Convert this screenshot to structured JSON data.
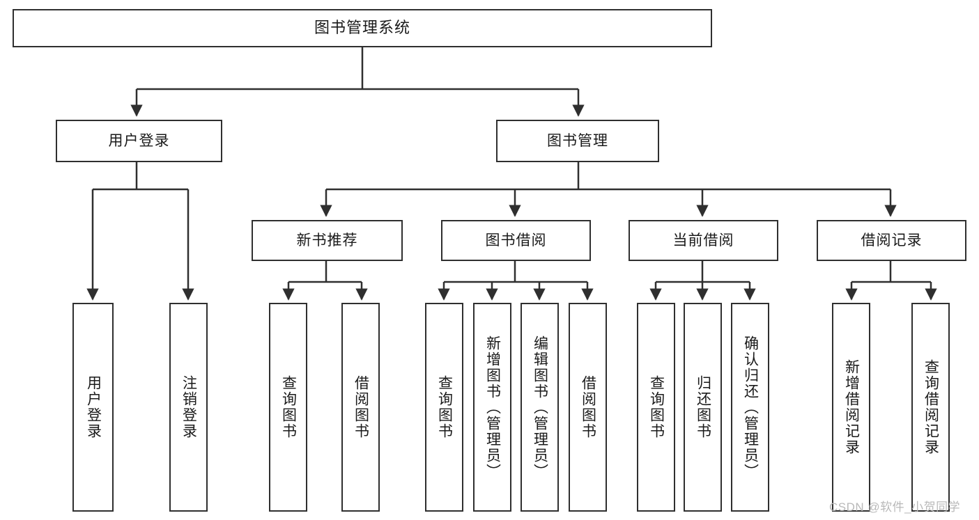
{
  "diagram": {
    "type": "tree-hierarchy-chart",
    "title": "图书管理系统",
    "background_color": "#ffffff",
    "line_color": "#2f2f2f",
    "box_fill": "#ffffff",
    "levels": 4,
    "root": {
      "label": "图书管理系统",
      "children": [
        {
          "label": "用户登录",
          "children": [
            {
              "label": "用户登录"
            },
            {
              "label": "注销登录"
            }
          ]
        },
        {
          "label": "图书管理",
          "children": [
            {
              "label": "新书推荐",
              "children": [
                {
                  "label": "查询图书"
                },
                {
                  "label": "借阅图书"
                }
              ]
            },
            {
              "label": "图书借阅",
              "children": [
                {
                  "label": "查询图书"
                },
                {
                  "label": "新增图书（管理员）"
                },
                {
                  "label": "编辑图书（管理员）"
                },
                {
                  "label": "借阅图书"
                }
              ]
            },
            {
              "label": "当前借阅",
              "children": [
                {
                  "label": "查询图书"
                },
                {
                  "label": "归还图书"
                },
                {
                  "label": "确认归还（管理员）"
                }
              ]
            },
            {
              "label": "借阅记录",
              "children": [
                {
                  "label": "新增借阅记录"
                },
                {
                  "label": "查询借阅记录"
                }
              ]
            }
          ]
        }
      ]
    }
  },
  "nodes": {
    "root": "图书管理系统",
    "l2_user_login": "用户登录",
    "l2_book_mgmt": "图书管理",
    "l3_new_book_rec": "新书推荐",
    "l3_book_borrow": "图书借阅",
    "l3_current_borrow": "当前借阅",
    "l3_borrow_record": "借阅记录",
    "l4_user_login": "用户登录",
    "l4_logout": "注销登录",
    "l4_query_book_a": "查询图书",
    "l4_borrow_book_a": "借阅图书",
    "l4_query_book_b": "查询图书",
    "l4_add_book_admin": "新增图书（管理员）",
    "l4_edit_book_admin": "编辑图书（管理员）",
    "l4_borrow_book_b": "借阅图书",
    "l4_query_book_c": "查询图书",
    "l4_return_book": "归还图书",
    "l4_confirm_return_admin": "确认归还（管理员）",
    "l4_add_record": "新增借阅记录",
    "l4_query_record": "查询借阅记录"
  },
  "watermark": {
    "text": "CSDN @软件_小贺同学",
    "color": "#b9b9b9"
  }
}
